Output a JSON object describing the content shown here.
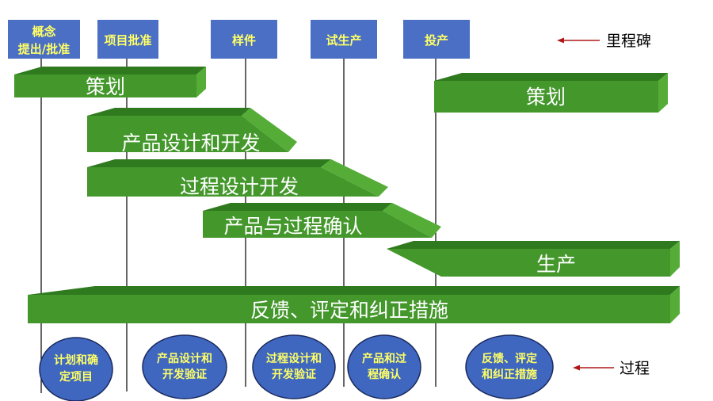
{
  "colors": {
    "milestone_fill": "#4a6fc4",
    "milestone_text": "#ffff66",
    "bar_front": "#43972b",
    "bar_top": "#2f7a1e",
    "bar_side": "#55ad38",
    "circle_fill": "#3f67c0",
    "circle_stroke": "#1a2a5e",
    "arrow_red": "#b01818",
    "line": "#000000"
  },
  "milestones": [
    {
      "lines": [
        "概念",
        "提出/批准"
      ]
    },
    {
      "lines": [
        "项目批准"
      ]
    },
    {
      "lines": [
        "样件"
      ]
    },
    {
      "lines": [
        "试生产"
      ]
    },
    {
      "lines": [
        "投产"
      ]
    }
  ],
  "bars": [
    {
      "label": "策划"
    },
    {
      "label": "策划"
    },
    {
      "label": "产品设计和开发"
    },
    {
      "label": "过程设计开发"
    },
    {
      "label": "产品与过程确认"
    },
    {
      "label": "生产"
    },
    {
      "label": "反馈、评定和纠正措施"
    }
  ],
  "circles": [
    {
      "lines": [
        "计划和确",
        "定项目"
      ]
    },
    {
      "lines": [
        "产品设计和",
        "开发验证"
      ]
    },
    {
      "lines": [
        "过程设计和",
        "开发验证"
      ]
    },
    {
      "lines": [
        "产品和过",
        "程确认"
      ]
    },
    {
      "lines": [
        "反馈、评定",
        "和纠正措施"
      ]
    }
  ],
  "legend": {
    "milestone_label": "里程碑",
    "process_label": "过程"
  }
}
